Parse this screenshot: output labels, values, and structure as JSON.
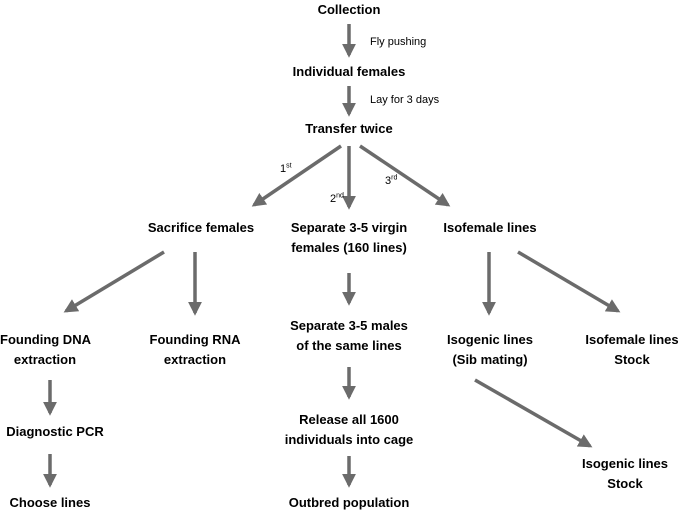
{
  "colors": {
    "arrow": "#6b6b6b",
    "text": "#000000",
    "background": "#ffffff"
  },
  "nodes": {
    "collection": "Collection",
    "individual_females": "Individual females",
    "transfer_twice": "Transfer twice",
    "sacrifice_females": "Sacrifice females",
    "separate_virgin": [
      "Separate 3-5 virgin",
      "females (160 lines)"
    ],
    "isofemale_lines": "Isofemale lines",
    "founding_dna": [
      "Founding DNA",
      "extraction"
    ],
    "founding_rna": [
      "Founding RNA",
      "extraction"
    ],
    "separate_males": [
      "Separate 3-5 males",
      "of the same lines"
    ],
    "isogenic_sib": [
      "Isogenic lines",
      "(Sib mating)"
    ],
    "isofemale_stock": [
      "Isofemale lines",
      "Stock"
    ],
    "diagnostic_pcr": "Diagnostic PCR",
    "release_all": [
      "Release all 1600",
      "individuals into cage"
    ],
    "isogenic_stock": [
      "Isogenic lines",
      "Stock"
    ],
    "choose_lines": "Choose lines",
    "outbred_population": "Outbred population"
  },
  "edge_labels": {
    "fly_pushing": "Fly pushing",
    "lay_days": "Lay for 3 days",
    "first": {
      "num": "1",
      "suffix": "st"
    },
    "second": {
      "num": "2",
      "suffix": "nd"
    },
    "third": {
      "num": "3",
      "suffix": "rd"
    }
  }
}
